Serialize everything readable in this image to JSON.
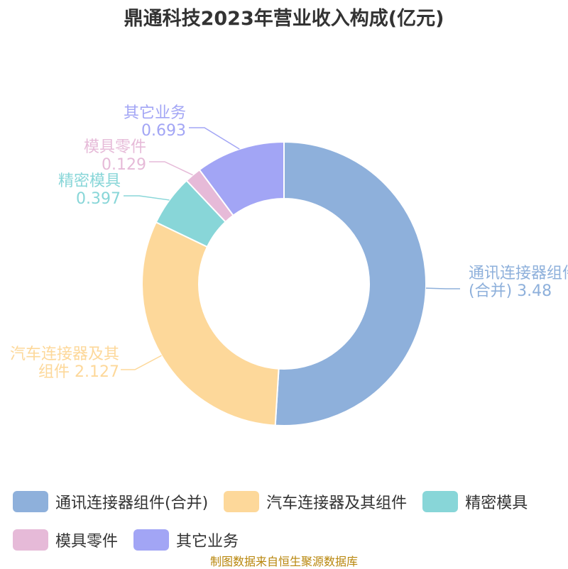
{
  "title": "鼎通科技2023年营业收入构成(亿元)",
  "source": "制图数据来自恒生聚源数据库",
  "chart_data": {
    "type": "pie",
    "title": "鼎通科技2023年营业收入构成(亿元)",
    "donut": true,
    "legend_position": "bottom",
    "series": [
      {
        "name": "通讯连接器组件(合并)",
        "value": 3.48,
        "color": "#8eb0db",
        "label_lines": [
          "通讯连接器组件",
          "(合并) 3.48"
        ]
      },
      {
        "name": "汽车连接器及其组件",
        "value": 2.127,
        "color": "#fdd89a",
        "label_lines": [
          "汽车连接器及其",
          "组件 2.127"
        ]
      },
      {
        "name": "精密模具",
        "value": 0.397,
        "color": "#88d6d8",
        "label_lines": [
          "精密模具",
          "0.397"
        ]
      },
      {
        "name": "模具零件",
        "value": 0.129,
        "color": "#e6bad8",
        "label_lines": [
          "模具零件",
          "0.129"
        ]
      },
      {
        "name": "其它业务",
        "value": 0.693,
        "color": "#a2a5f5",
        "label_lines": [
          "其它业务",
          "0.693"
        ]
      }
    ]
  }
}
